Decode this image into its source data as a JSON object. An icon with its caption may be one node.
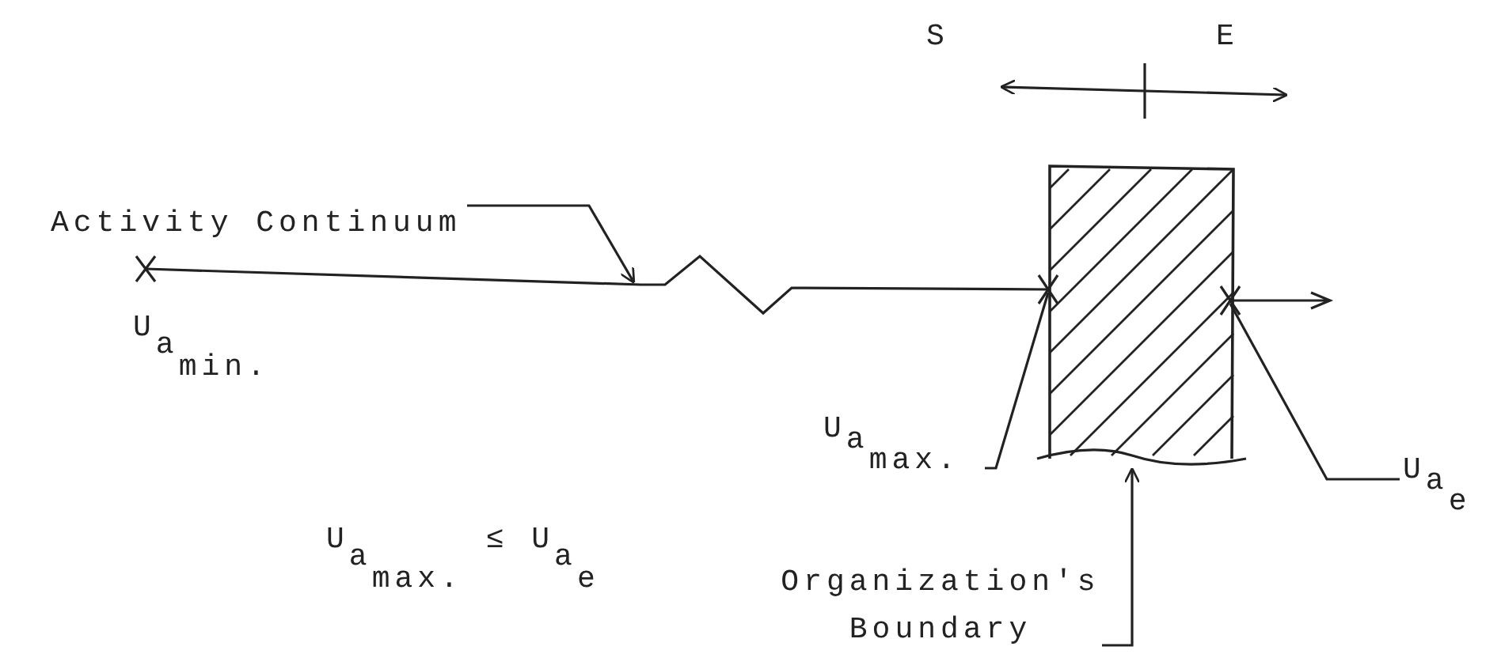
{
  "diagram": {
    "nodes": [
      {
        "text": [
          "Activity Continuum"
        ]
      },
      {
        "text": [],
        "shape": "line",
        "beside": [
          "U$_{a}$$_{min.}$"
        ]
      },
      {
        "text": [],
        "shape": "box"
      },
      {
        "text": [],
        "shape": "cross"
      },
      {
        "text": [],
        "shape": "cross"
      },
      {
        "text": [
          "U$_{a}$$_{max.}$"
        ]
      },
      {
        "text": [
          "U$_{a}$$_{e}$"
        ]
      },
      {
        "text": [
          "Organization's Boundary"
        ]
      }
    ],
    "edges": [
      {
        "from": 0,
        "to": 1,
        "arrow": "to"
      },
      {
        "from": 5,
        "to": 3,
        "arrow": "none"
      },
      {
        "from": 6,
        "to": 4,
        "arrow": "none"
      },
      {
        "from": 7,
        "to": 2,
        "arrow": "to"
      }
    ],
    "labels": [
      "S",
      "E",
      "U$_{a}$$_{max.}$ ≤ U$_{a}$$_{e}$"
    ]
  }
}
